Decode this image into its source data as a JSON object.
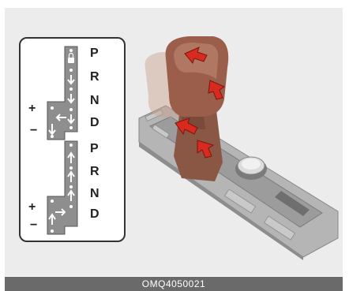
{
  "caption": "OMQ4050021",
  "diagram_top": {
    "positions": [
      "P",
      "R",
      "N",
      "D"
    ],
    "plus": "+",
    "minus": "−"
  },
  "diagram_bottom": {
    "positions": [
      "P",
      "R",
      "N",
      "D"
    ],
    "plus": "+",
    "minus": "−"
  },
  "colors": {
    "lever": "#9a5e4a",
    "arrow": "#d92a1f",
    "gate_plate": "#8e8e8e",
    "console": "#a8a8a8"
  },
  "icons": {
    "shift_arrow": "red-curved-arrow-icon",
    "lock": "lock-icon"
  }
}
